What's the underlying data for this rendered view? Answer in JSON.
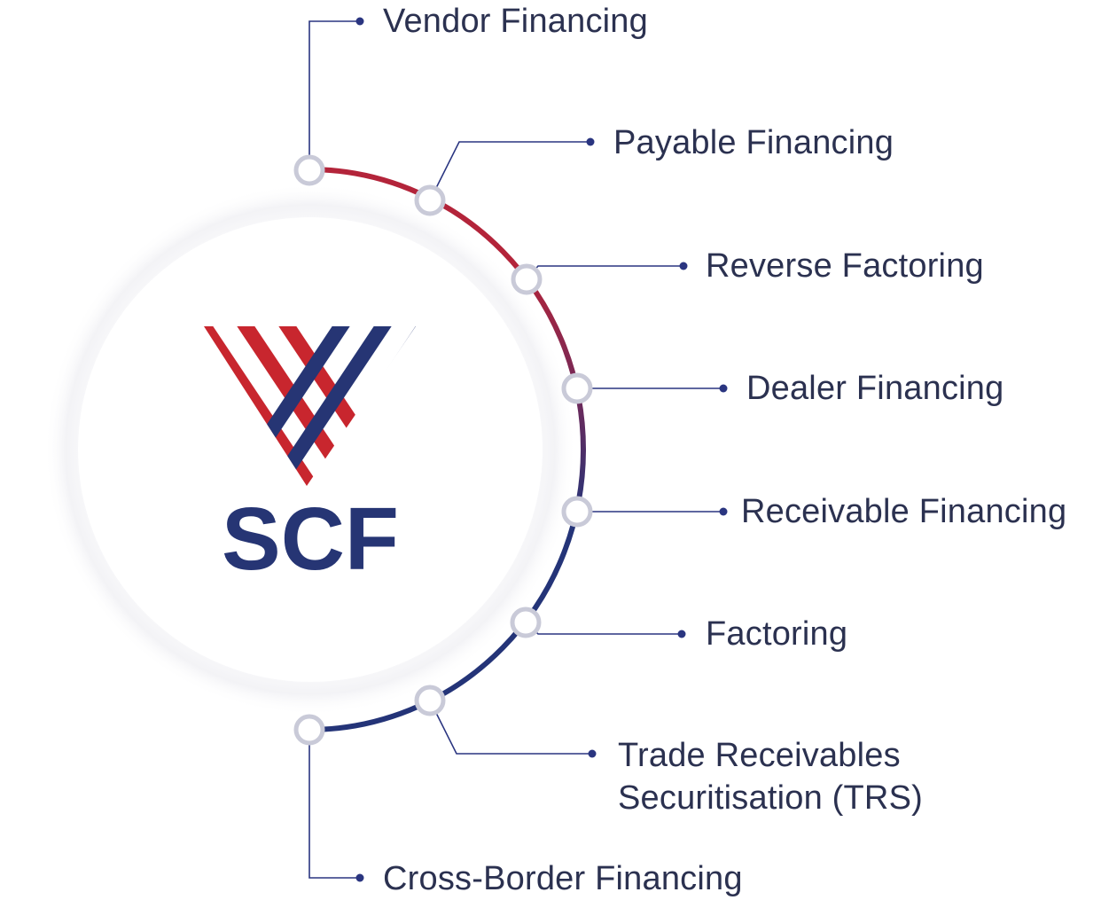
{
  "logo": {
    "text": "SCF",
    "brand_blue": "#263574",
    "brand_red": "#c8262e"
  },
  "colors": {
    "arc_top": "#b3243a",
    "arc_bottom": "#243478",
    "connector": "#2a3580",
    "text": "#2b3150",
    "node_ring": "#c9cad8",
    "halo": "#f4f4f7"
  },
  "items": [
    {
      "id": "vendor-financing",
      "lines": [
        "Vendor Financing"
      ]
    },
    {
      "id": "payable-financing",
      "lines": [
        "Payable Financing"
      ]
    },
    {
      "id": "reverse-factoring",
      "lines": [
        "Reverse Factoring"
      ]
    },
    {
      "id": "dealer-financing",
      "lines": [
        "Dealer Financing"
      ]
    },
    {
      "id": "receivable-financing",
      "lines": [
        "Receivable Financing"
      ]
    },
    {
      "id": "factoring",
      "lines": [
        "Factoring"
      ]
    },
    {
      "id": "trade-receivables-securitisation",
      "lines": [
        "Trade Receivables",
        "Securitisation (TRS)"
      ]
    },
    {
      "id": "cross-border-financing",
      "lines": [
        "Cross-Border Financing"
      ]
    }
  ]
}
